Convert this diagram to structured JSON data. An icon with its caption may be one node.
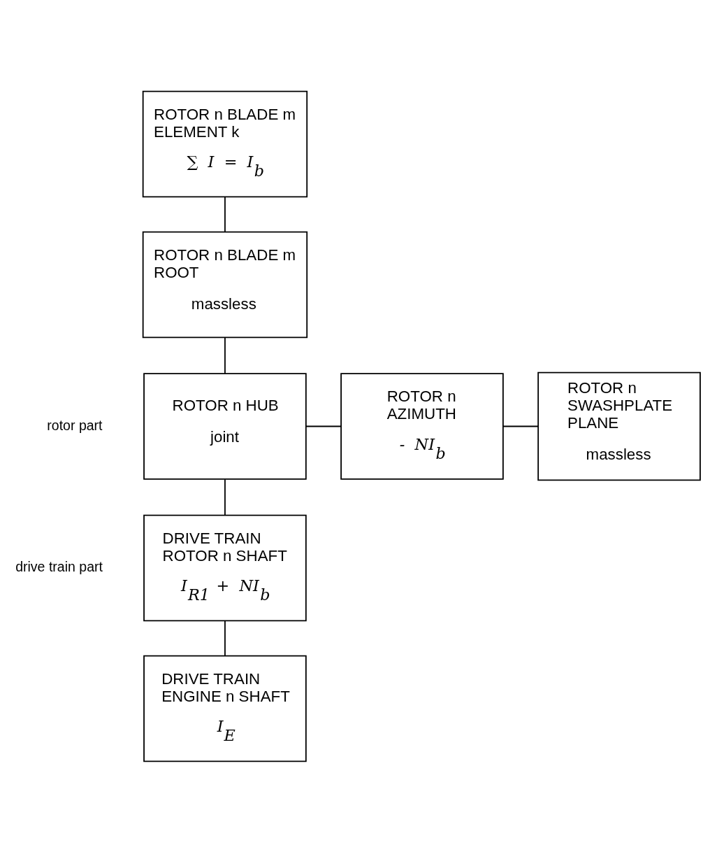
{
  "diagram": {
    "nodes": [
      {
        "text": [
          "ROTOR n BLADE m ELEMENT k",
          "∑ I = I$_{b}$"
        ]
      },
      {
        "text": [
          "ROTOR n BLADE m ROOT",
          "massless"
        ]
      },
      {
        "text": [
          "ROTOR n HUB",
          "joint"
        ]
      },
      {
        "text": [
          "ROTOR n AZIMUTH",
          "- NI$_{b}$"
        ]
      },
      {
        "text": [
          "ROTOR n SWASHPLATE PLANE",
          "massless"
        ]
      },
      {
        "text": [
          "DRIVE TRAIN ROTOR n SHAFT",
          "I$_{R1}$ + NI$_{b}$"
        ]
      },
      {
        "text": [
          "DRIVE TRAIN ENGINE n SHAFT",
          "I$_{E}$"
        ]
      }
    ],
    "edges": [
      {
        "from": 0,
        "to": 1,
        "arrow": "none"
      },
      {
        "from": 1,
        "to": 2,
        "arrow": "none"
      },
      {
        "from": 2,
        "to": 3,
        "arrow": "none"
      },
      {
        "from": 3,
        "to": 4,
        "arrow": "none"
      },
      {
        "from": 2,
        "to": 5,
        "arrow": "none"
      },
      {
        "from": 5,
        "to": 6,
        "arrow": "none"
      }
    ],
    "labels": [
      "rotor part",
      "drive train part"
    ]
  }
}
